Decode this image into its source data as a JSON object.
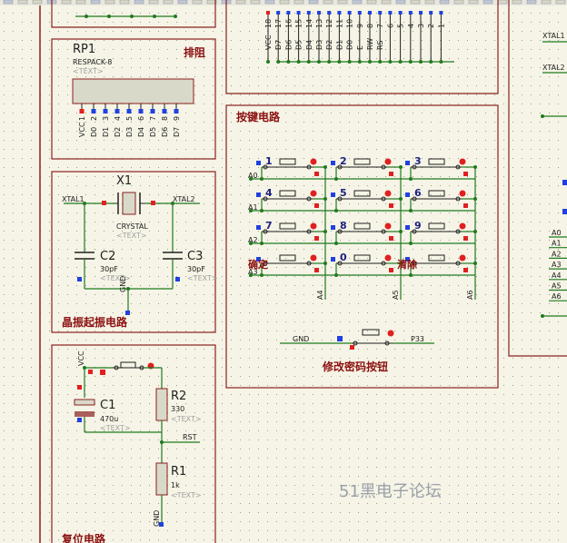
{
  "colors": {
    "background": "#f5f4e6",
    "grid_dot": "#9a9a88",
    "sheet_border": "#8b2020",
    "wire": "#1f7a1f",
    "component_outline": "#8b2020",
    "component_fill": "#d9d9c9",
    "pin_red": "#e02020",
    "pin_blue": "#2040e0",
    "title_text": "#8b1010",
    "label_text": "#202020",
    "placeholder_text": "#a0a0a0",
    "net_label": "#000000",
    "watermark": "#9aa0a8"
  },
  "sections": {
    "resistor_pack": "排阻",
    "crystal": "晶振起振电路",
    "keypad": "按键电路",
    "modify_button": "修改密码按钮",
    "reset": "复位电路"
  },
  "components": {
    "rp1": {
      "ref": "RP1",
      "value": "RESPACK-8",
      "text": "<TEXT>",
      "pins": [
        "VCC",
        "D0",
        "D1",
        "D2",
        "D3",
        "D4",
        "D5",
        "D6",
        "D7"
      ],
      "pin_numbers": [
        "1",
        "2",
        "3",
        "4",
        "5",
        "6",
        "7",
        "8",
        "9"
      ]
    },
    "x1": {
      "ref": "X1",
      "value": "CRYSTAL",
      "text": "<TEXT>",
      "left_net": "XTAL1",
      "right_net": "XTAL2"
    },
    "c2": {
      "ref": "C2",
      "value": "30pF",
      "text": "<TEXT>"
    },
    "c3": {
      "ref": "C3",
      "value": "30pF",
      "text": "<TEXT>"
    },
    "crystal_gnd": "GND",
    "c1": {
      "ref": "C1",
      "value": "470u",
      "text": "<TEXT>"
    },
    "r2": {
      "ref": "R2",
      "value": "330",
      "text": "<TEXT>"
    },
    "r1": {
      "ref": "R1",
      "value": "1k",
      "text": "<TEXT>"
    },
    "reset_vcc": "VCC",
    "reset_rst": "RST",
    "reset_gnd": "GND"
  },
  "lcd_header": {
    "pin_labels": [
      "VCC",
      "D7",
      "D6",
      "D5",
      "D4",
      "D3",
      "D2",
      "D1",
      "D0",
      "E",
      "RW",
      "RS",
      "",
      "",
      "",
      "",
      "",
      ""
    ],
    "pin_numbers": [
      "18",
      "17",
      "16",
      "15",
      "14",
      "13",
      "12",
      "11",
      "10",
      "9",
      "8",
      "7",
      "6",
      "5",
      "4",
      "3",
      "2",
      "1"
    ]
  },
  "keypad": {
    "keys": [
      "1",
      "2",
      "3",
      "4",
      "5",
      "6",
      "7",
      "8",
      "9",
      "确定",
      "0",
      "清除"
    ],
    "row_nets": [
      "A0",
      "A1",
      "A2",
      "A3"
    ],
    "col_nets": [
      "A4",
      "A5",
      "A6"
    ]
  },
  "modify_button": {
    "left_net": "GND",
    "right_net": "P33"
  },
  "mcu": {
    "xtal_labels": [
      "XTAL1",
      "XTAL2"
    ],
    "port_labels": [
      "A0",
      "A1",
      "A2",
      "A3",
      "A4",
      "A5",
      "A6"
    ]
  },
  "watermark": "51黑电子论坛"
}
